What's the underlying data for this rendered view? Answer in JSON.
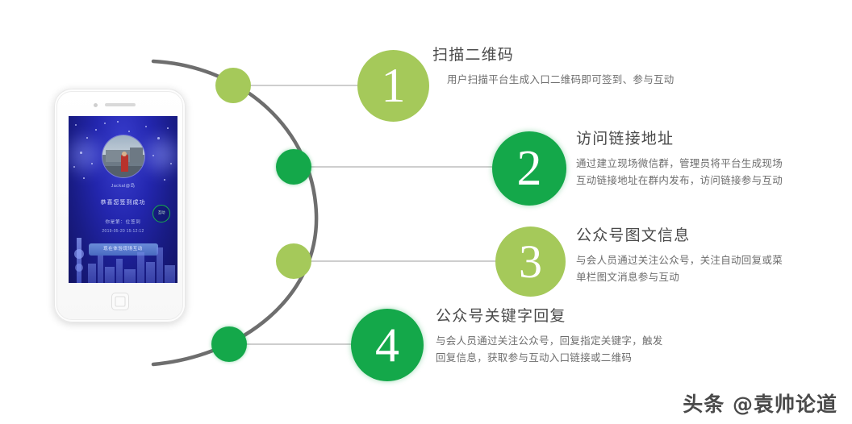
{
  "colors": {
    "green_dark": "#14a84a",
    "green_light": "#a5c95a",
    "arc_gray": "#6e6e6e",
    "connector_gray": "#bdbdbd",
    "title_text": "#4a4a4a",
    "desc_text": "#6d6d6d",
    "phone_screen_blue": "#2326ae"
  },
  "phone": {
    "name": "Jackal@岛",
    "title": "恭喜您签到成功",
    "rank": "你是第：位签到",
    "timestamp": "2019-05-20 15:12:12",
    "button_label": "现在体验现场互动",
    "badge_label": "互动"
  },
  "steps": [
    {
      "number": "1",
      "title": "扫描二维码",
      "desc": "用户扫描平台生成入口二维码即可签到、参与互动",
      "color": "#a5c95a",
      "dot_color": "#a5c95a"
    },
    {
      "number": "2",
      "title": "访问链接地址",
      "desc": "通过建立现场微信群，管理员将平台生成现场\n互动链接地址在群内发布，访问链接参与互动",
      "color": "#14a84a",
      "dot_color": "#14a84a"
    },
    {
      "number": "3",
      "title": "公众号图文信息",
      "desc": "与会人员通过关注公众号，关注自动回复或菜\n单栏图文消息参与互动",
      "color": "#a5c95a",
      "dot_color": "#a5c95a"
    },
    {
      "number": "4",
      "title": "公众号关键字回复",
      "desc": "与会人员通过关注公众号，回复指定关键字，触发\n回复信息，获取参与互动入口链接或二维码",
      "color": "#14a84a",
      "dot_color": "#14a84a"
    }
  ],
  "watermark": {
    "text": "头条 @袁帅论道"
  }
}
